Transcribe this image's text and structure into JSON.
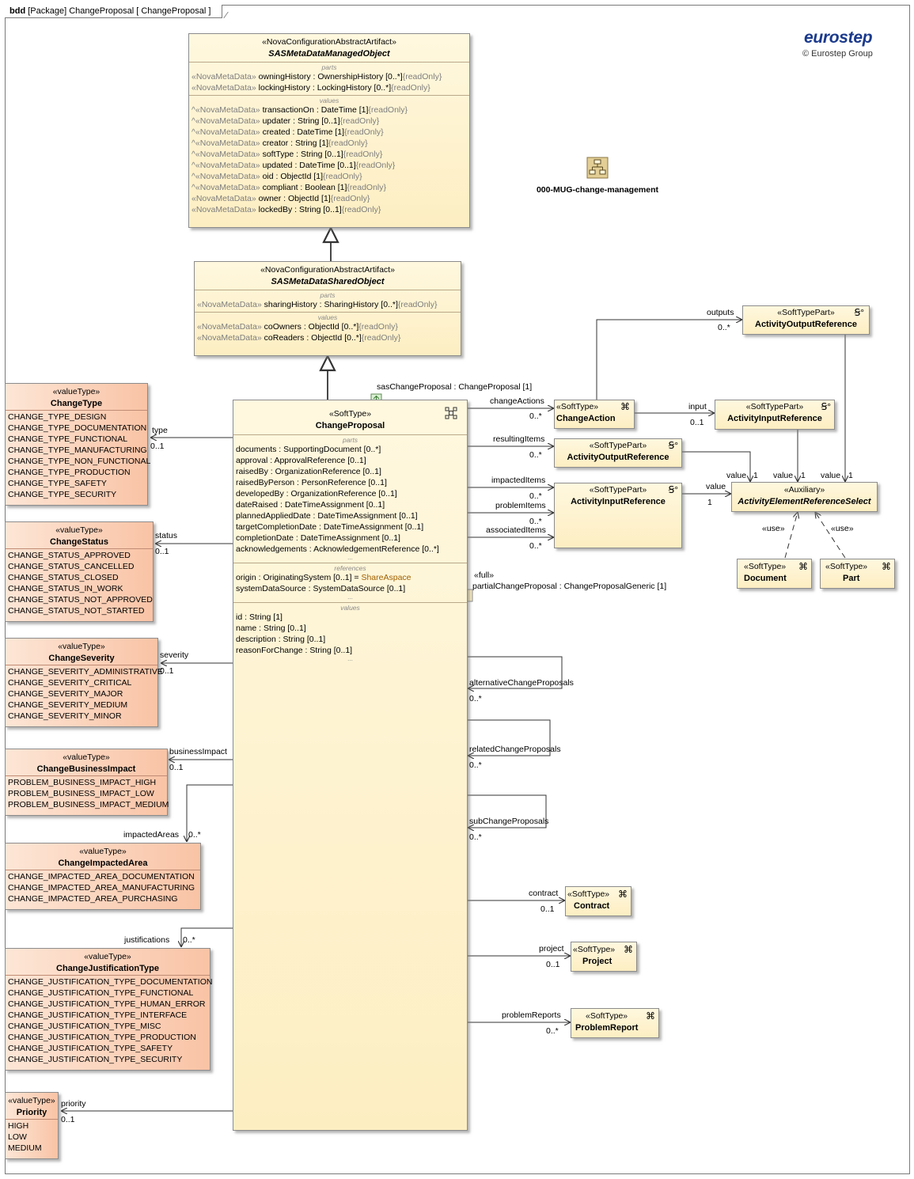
{
  "frame": {
    "kind": "bdd",
    "text": "[Package] ChangeProposal [ ChangeProposal ]"
  },
  "logo": {
    "brand": "eurostep",
    "copyright": "© Eurostep Group",
    "color": "#1b3a8c"
  },
  "package": {
    "name": "000-MUG-change-management"
  },
  "blocks": {
    "managed": {
      "stereo": "«NovaConfigurationAbstractArtifact»",
      "name": "SASMetaDataManagedObject",
      "parts_label": "parts",
      "parts": [
        {
          "pre": "«NovaMetaData»",
          "name": "owningHistory",
          "type": " : OwnershipHistory [0..*]",
          "tail": "{readOnly}"
        },
        {
          "pre": "«NovaMetaData»",
          "name": "lockingHistory",
          "type": " : LockingHistory [0..*]",
          "tail": "{readOnly}"
        }
      ],
      "values_label": "values",
      "values": [
        {
          "pre": "^«NovaMetaData»",
          "name": "transactionOn",
          "type": " : DateTime [1]",
          "tail": "{readOnly}"
        },
        {
          "pre": "^«NovaMetaData»",
          "name": "updater",
          "type": " : String [0..1]",
          "tail": "{readOnly}"
        },
        {
          "pre": "^«NovaMetaData»",
          "name": "created",
          "type": " : DateTime [1]",
          "tail": "{readOnly}"
        },
        {
          "pre": "^«NovaMetaData»",
          "name": "creator",
          "type": " : String [1]",
          "tail": "{readOnly}"
        },
        {
          "pre": "^«NovaMetaData»",
          "name": "softType",
          "type": " : String [0..1]",
          "tail": "{readOnly}"
        },
        {
          "pre": "^«NovaMetaData»",
          "name": "updated",
          "type": " : DateTime [0..1]",
          "tail": "{readOnly}"
        },
        {
          "pre": "^«NovaMetaData»",
          "name": "oid",
          "type": " : ObjectId [1]",
          "tail": "{readOnly}"
        },
        {
          "pre": "^«NovaMetaData»",
          "name": "compliant",
          "type": " : Boolean [1]",
          "tail": "{readOnly}"
        },
        {
          "pre": "«NovaMetaData»",
          "name": "owner",
          "type": " : ObjectId [1]",
          "tail": "{readOnly}"
        },
        {
          "pre": "«NovaMetaData»",
          "name": "lockedBy",
          "type": " : String [0..1]",
          "tail": "{readOnly}"
        }
      ]
    },
    "shared": {
      "stereo": "«NovaConfigurationAbstractArtifact»",
      "name": "SASMetaDataSharedObject",
      "parts_label": "parts",
      "parts": [
        {
          "pre": "«NovaMetaData»",
          "name": "sharingHistory",
          "type": " : SharingHistory [0..*]",
          "tail": "{readOnly}"
        }
      ],
      "values_label": "values",
      "values": [
        {
          "pre": "«NovaMetaData»",
          "name": "coOwners",
          "type": " : ObjectId [0..*]",
          "tail": "{readOnly}"
        },
        {
          "pre": "«NovaMetaData»",
          "name": "coReaders",
          "type": " : ObjectId [0..*]",
          "tail": "{readOnly}"
        }
      ]
    },
    "proposal": {
      "stereo": "«SoftType»",
      "name": "ChangeProposal",
      "parts_label": "parts",
      "parts": [
        {
          "name": "documents",
          "type": " : SupportingDocument [0..*]"
        },
        {
          "name": "approval",
          "type": " : ApprovalReference [0..1]"
        },
        {
          "name": "raisedBy",
          "type": " : OrganizationReference [0..1]"
        },
        {
          "name": "raisedByPerson",
          "type": " : PersonReference [0..1]"
        },
        {
          "name": "developedBy",
          "type": " : OrganizationReference [0..1]"
        },
        {
          "name": "dateRaised",
          "type": " : DateTimeAssignment [0..1]"
        },
        {
          "name": "plannedAppliedDate",
          "type": " : DateTimeAssignment [0..1]"
        },
        {
          "name": "targetCompletionDate",
          "type": " : DateTimeAssignment [0..1]"
        },
        {
          "name": "completionDate",
          "type": " : DateTimeAssignment [0..1]"
        },
        {
          "name": "acknowledgements",
          "type": " : AcknowledgementReference [0..*]"
        }
      ],
      "parts_more": "...",
      "refs_label": "references",
      "refs": [
        {
          "name": "origin",
          "type": " : OriginatingSystem [0..1] = ",
          "val": "ShareAspace"
        },
        {
          "name": "systemDataSource",
          "type": " : SystemDataSource [0..1]",
          "val": ""
        }
      ],
      "refs_more": "...",
      "values_label": "values",
      "values": [
        {
          "name": "id",
          "type": " : String [1]"
        },
        {
          "name": "name",
          "type": " : String [0..1]"
        },
        {
          "name": "description",
          "type": " : String [0..1]"
        },
        {
          "name": "reasonForChange",
          "type": " : String [0..1]"
        }
      ],
      "values_more": "..."
    },
    "outputRef1": {
      "stereo": "«SoftTypePart»",
      "name": "ActivityOutputReference"
    },
    "changeAction": {
      "stereo": "«SoftType»",
      "name": "ChangeAction"
    },
    "inputRef1": {
      "stereo": "«SoftTypePart»",
      "name": "ActivityInputReference"
    },
    "outputRef2": {
      "stereo": "«SoftTypePart»",
      "name": "ActivityOutputReference"
    },
    "inputRef2": {
      "stereo": "«SoftTypePart»",
      "name": "ActivityInputReference"
    },
    "aux": {
      "stereo": "«Auxiliary»",
      "name": "ActivityElementReferenceSelect"
    },
    "document": {
      "stereo": "«SoftType»",
      "name": "Document"
    },
    "part": {
      "stereo": "«SoftType»",
      "name": "Part"
    },
    "contract": {
      "stereo": "«SoftType»",
      "name": "Contract"
    },
    "project": {
      "stereo": "«SoftType»",
      "name": "Project"
    },
    "problemReport": {
      "stereo": "«SoftType»",
      "name": "ProblemReport"
    }
  },
  "valueTypes": {
    "changeType": {
      "stereo": "«valueType»",
      "name": "ChangeType",
      "literals": [
        "CHANGE_TYPE_DESIGN",
        "CHANGE_TYPE_DOCUMENTATION",
        "CHANGE_TYPE_FUNCTIONAL",
        "CHANGE_TYPE_MANUFACTURING",
        "CHANGE_TYPE_NON_FUNCTIONAL",
        "CHANGE_TYPE_PRODUCTION",
        "CHANGE_TYPE_SAFETY",
        "CHANGE_TYPE_SECURITY"
      ]
    },
    "changeStatus": {
      "stereo": "«valueType»",
      "name": "ChangeStatus",
      "literals": [
        "CHANGE_STATUS_APPROVED",
        "CHANGE_STATUS_CANCELLED",
        "CHANGE_STATUS_CLOSED",
        "CHANGE_STATUS_IN_WORK",
        "CHANGE_STATUS_NOT_APPROVED",
        "CHANGE_STATUS_NOT_STARTED"
      ]
    },
    "changeSeverity": {
      "stereo": "«valueType»",
      "name": "ChangeSeverity",
      "literals": [
        "CHANGE_SEVERITY_ADMINISTRATIVE",
        "CHANGE_SEVERITY_CRITICAL",
        "CHANGE_SEVERITY_MAJOR",
        "CHANGE_SEVERITY_MEDIUM",
        "CHANGE_SEVERITY_MINOR"
      ]
    },
    "businessImpact": {
      "stereo": "«valueType»",
      "name": "ChangeBusinessImpact",
      "literals": [
        "PROBLEM_BUSINESS_IMPACT_HIGH",
        "PROBLEM_BUSINESS_IMPACT_LOW",
        "PROBLEM_BUSINESS_IMPACT_MEDIUM"
      ]
    },
    "impactedArea": {
      "stereo": "«valueType»",
      "name": "ChangeImpactedArea",
      "literals": [
        "CHANGE_IMPACTED_AREA_DOCUMENTATION",
        "CHANGE_IMPACTED_AREA_MANUFACTURING",
        "CHANGE_IMPACTED_AREA_PURCHASING"
      ]
    },
    "justification": {
      "stereo": "«valueType»",
      "name": "ChangeJustificationType",
      "literals": [
        "CHANGE_JUSTIFICATION_TYPE_DOCUMENTATION",
        "CHANGE_JUSTIFICATION_TYPE_FUNCTIONAL",
        "CHANGE_JUSTIFICATION_TYPE_HUMAN_ERROR",
        "CHANGE_JUSTIFICATION_TYPE_INTERFACE",
        "CHANGE_JUSTIFICATION_TYPE_MISC",
        "CHANGE_JUSTIFICATION_TYPE_PRODUCTION",
        "CHANGE_JUSTIFICATION_TYPE_SAFETY",
        "CHANGE_JUSTIFICATION_TYPE_SECURITY"
      ]
    },
    "priority": {
      "stereo": "«valueType»",
      "name": "Priority",
      "literals": [
        "HIGH",
        "LOW",
        "MEDIUM"
      ]
    }
  },
  "labels": {
    "sasChangeProposal": "sasChangeProposal : ChangeProposal [1]",
    "outputs": "outputs",
    "outputs_m": "0..*",
    "changeActions": "changeActions",
    "changeActions_m": "0..*",
    "input": "input",
    "input_m": "0..1",
    "resultingItems": "resultingItems",
    "resultingItems_m": "0..*",
    "impactedItems": "impactedItems",
    "impactedItems_m": "0..*",
    "problemItems": "problemItems",
    "problemItems_m": "0..*",
    "associatedItems": "associatedItems",
    "associatedItems_m": "0..*",
    "value": "value",
    "one": "1",
    "use": "«use»",
    "full": "«full»",
    "partialChangeProposal": "partialChangeProposal : ChangeProposalGeneric [1]",
    "type": "type",
    "type_m": "0..1",
    "status": "status",
    "status_m": "0..1",
    "severity": "severity",
    "severity_m": "0..1",
    "businessImpact": "businessImpact",
    "businessImpact_m": "0..1",
    "impactedAreas": "impactedAreas",
    "impactedAreas_m": "0..*",
    "justifications": "justifications",
    "justifications_m": "0..*",
    "priority": "priority",
    "priority_m": "0..1",
    "alternativeChangeProposals": "alternativeChangeProposals",
    "alternative_m": "0..*",
    "relatedChangeProposals": "relatedChangeProposals",
    "related_m": "0..*",
    "subChangeProposals": "subChangeProposals",
    "sub_m": "0..*",
    "contract": "contract",
    "contract_m": "0..1",
    "project": "project",
    "project_m": "0..1",
    "problemReports": "problemReports",
    "problemReports_m": "0..*"
  }
}
